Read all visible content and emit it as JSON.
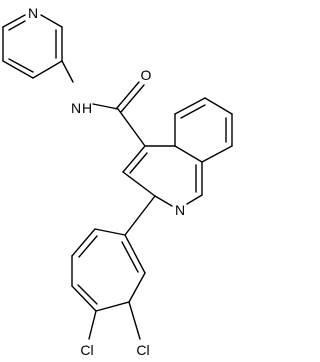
{
  "molecule": {
    "colors": {
      "bond": "#000000",
      "label": "#000000",
      "background": "#ffffff"
    },
    "labels": {
      "pyridine_n": "N",
      "amide_n": "N",
      "amide_h": "H",
      "carbonyl_o": "O",
      "quinoline_n": "N",
      "cl_meta": "Cl",
      "cl_para": "Cl"
    }
  }
}
